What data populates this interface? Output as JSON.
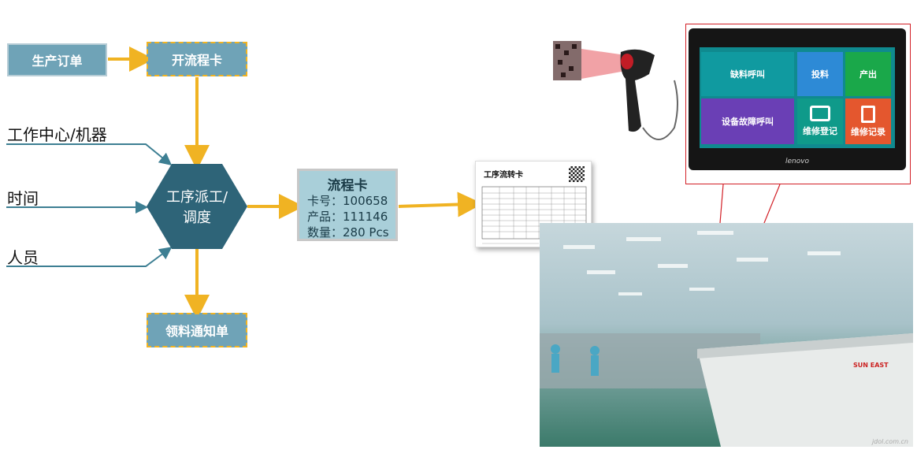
{
  "nodes": {
    "order": "生产订单",
    "open_card": "开流程卡",
    "dispatch_line1": "工序派工/",
    "dispatch_line2": "调度",
    "material_notice": "领料通知单"
  },
  "inputs": [
    "工作中心/机器",
    "时间",
    "人员"
  ],
  "flow_card": {
    "title": "流程卡",
    "card_no": "卡号：100658",
    "product": "产品：111146",
    "qty": "数量：280 Pcs"
  },
  "form": {
    "title": "工序流转卡"
  },
  "terminal": {
    "tiles": {
      "shortage_call": "缺料呼叫",
      "feed": "投料",
      "output": "产出",
      "fault_call": "设备故障呼叫",
      "repair_register": "维修登记",
      "repair_record": "维修记录"
    },
    "brand": "lenovo"
  },
  "factory": {
    "machine_brand": "SUN EAST",
    "watermark": "jdol.com.cn"
  },
  "colors": {
    "box_fill": "#6fa3b7",
    "hex_fill": "#2e6478",
    "arrow": "#f0b323",
    "line": "#3d7f93",
    "card_fill": "#a9cfd9",
    "highlight": "#d21f26"
  }
}
